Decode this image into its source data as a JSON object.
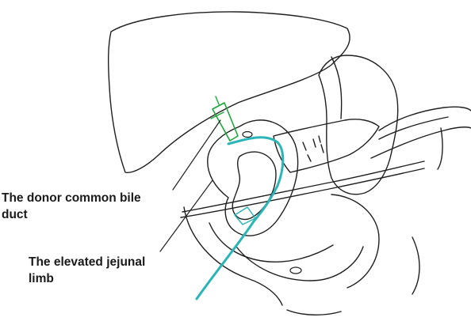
{
  "labels": {
    "donor_bile_duct": {
      "line1": "The donor common bile",
      "line2": "duct"
    },
    "elevated_jejunal_limb": {
      "line1": "The elevated jejunal",
      "line2": "limb"
    }
  },
  "colors": {
    "outline": "#1f1f1f",
    "bile_duct": "#19a83a",
    "stent_tube": "#2bb5b8",
    "background": "#ffffff"
  }
}
